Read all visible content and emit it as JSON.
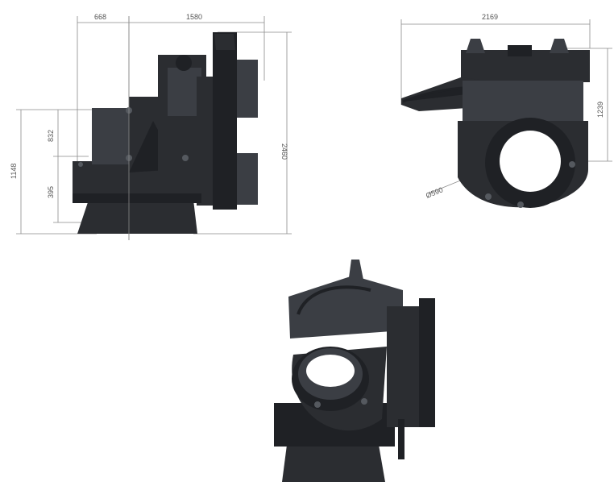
{
  "drawings": {
    "side_view": {
      "dimensions": {
        "top_left": "668",
        "top_right": "1580",
        "right_height": "2460",
        "left_height": "1148",
        "inner_upper": "832",
        "inner_lower": "395"
      }
    },
    "front_view": {
      "dimensions": {
        "width": "2169",
        "height": "1239",
        "bore_diameter": "Ø590"
      }
    },
    "iso_view": {}
  },
  "colors": {
    "machine_dark": "#2b2d31",
    "machine_mid": "#3b3e44",
    "dimension_lines": "#8a8a8a",
    "background": "#ffffff"
  }
}
